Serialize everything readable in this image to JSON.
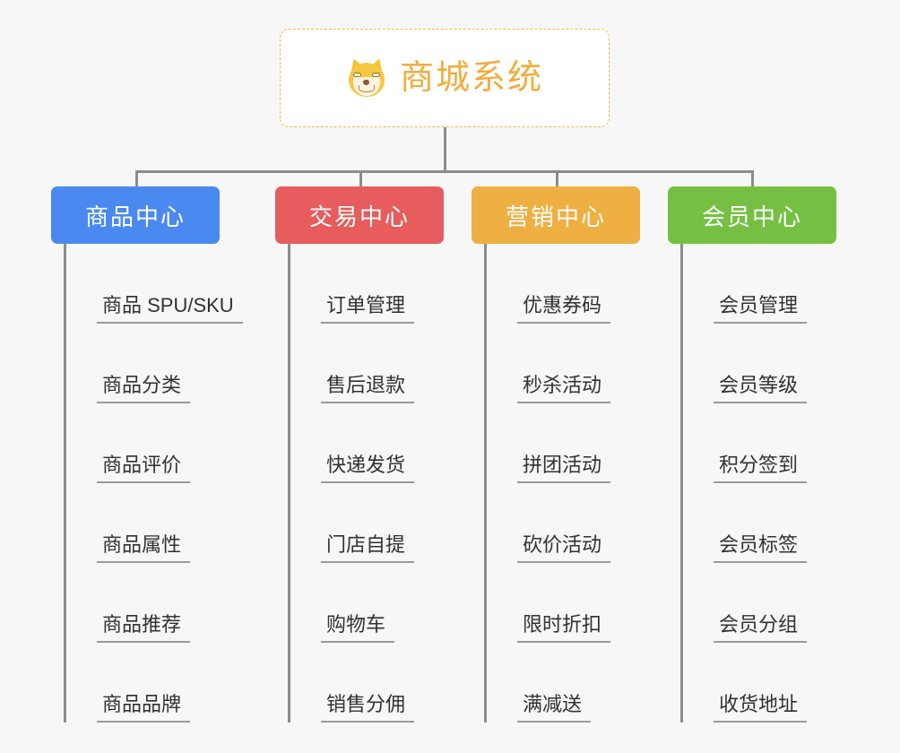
{
  "page": {
    "background_color": "#f7f7f7",
    "type": "mindmap-org-chart"
  },
  "root": {
    "title": "商城系统",
    "icon": "shiba-dog-face-icon",
    "text_color": "#f0ad3e",
    "border_color": "#f0b849",
    "background_color": "#ffffff"
  },
  "categories": [
    {
      "label": "商品中心",
      "color": "#4a89f0",
      "items": [
        "商品 SPU/SKU",
        "商品分类",
        "商品评价",
        "商品属性",
        "商品推荐",
        "商品品牌"
      ]
    },
    {
      "label": "交易中心",
      "color": "#e75c5c",
      "items": [
        "订单管理",
        "售后退款",
        "快递发货",
        "门店自提",
        "购物车",
        "销售分佣"
      ]
    },
    {
      "label": "营销中心",
      "color": "#eeaf43",
      "items": [
        "优惠券码",
        "秒杀活动",
        "拼团活动",
        "砍价活动",
        "限时折扣",
        "满减送"
      ]
    },
    {
      "label": "会员中心",
      "color": "#75c043",
      "items": [
        "会员管理",
        "会员等级",
        "积分签到",
        "会员标签",
        "会员分组",
        "收货地址"
      ]
    }
  ],
  "connector_color": "#8c8c8c"
}
